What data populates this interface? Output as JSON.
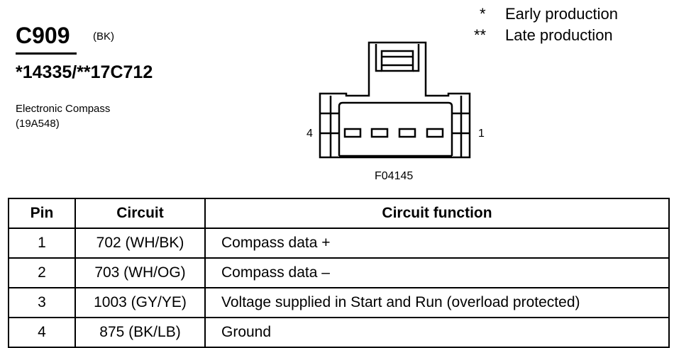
{
  "connector": {
    "id": "C909",
    "color": "(BK)",
    "part_numbers": "*14335/**17C712",
    "component_line1": "Electronic Compass",
    "component_line2": "(19A548)"
  },
  "legend": [
    {
      "symbol": "*",
      "text": "Early production"
    },
    {
      "symbol": "**",
      "text": "Late production"
    }
  ],
  "diagram": {
    "pin_left": "4",
    "pin_right": "1",
    "figure_code": "F04145"
  },
  "table": {
    "headers": [
      "Pin",
      "Circuit",
      "Circuit function"
    ],
    "rows": [
      {
        "pin": "1",
        "circuit": "702 (WH/BK)",
        "function": "Compass data +"
      },
      {
        "pin": "2",
        "circuit": "703 (WH/OG)",
        "function": "Compass data –"
      },
      {
        "pin": "3",
        "circuit": "1003 (GY/YE)",
        "function": "Voltage supplied in Start and Run (overload protected)"
      },
      {
        "pin": "4",
        "circuit": "875 (BK/LB)",
        "function": "Ground"
      }
    ]
  }
}
